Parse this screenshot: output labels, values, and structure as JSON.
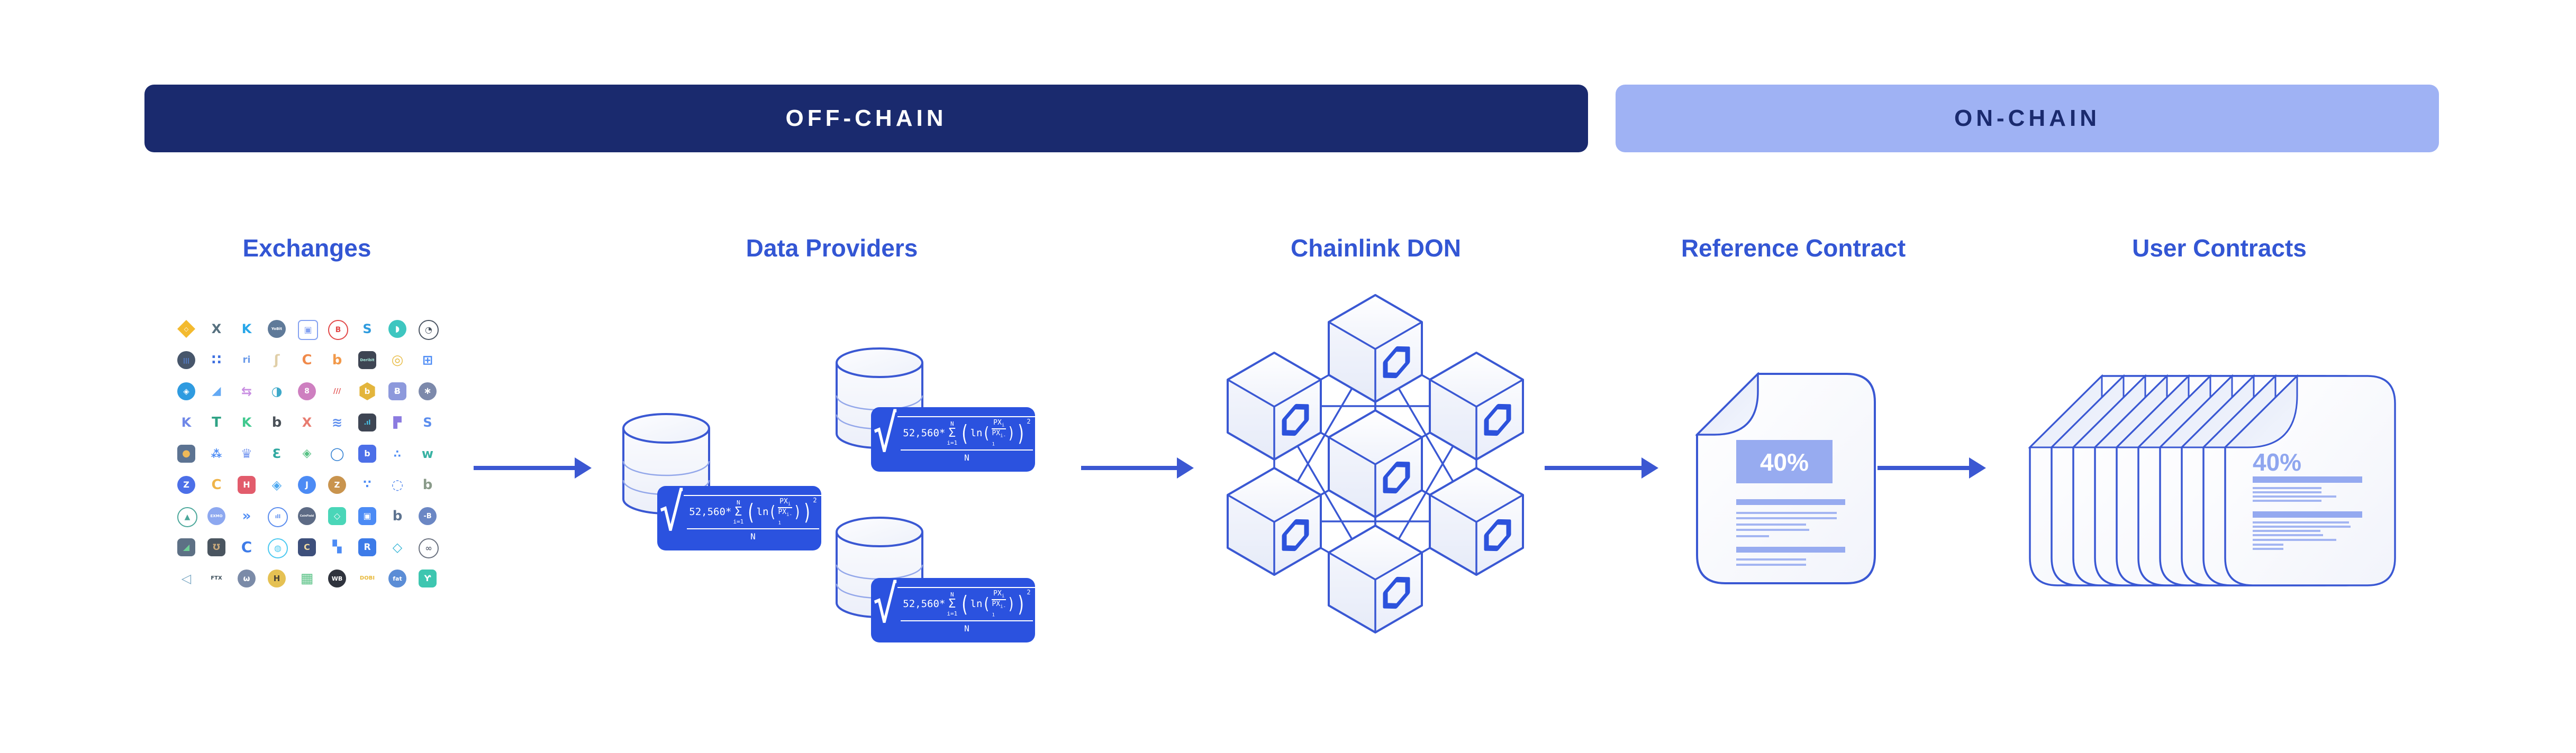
{
  "banners": {
    "off_chain": "OFF-CHAIN",
    "on_chain": "ON-CHAIN"
  },
  "columns": {
    "exchanges": "Exchanges",
    "data_providers": "Data Providers",
    "chainlink_don": "Chainlink DON",
    "reference_contract": "Reference Contract",
    "user_contracts": "User Contracts"
  },
  "formula": {
    "radical": "√",
    "coefficient": "52,560*",
    "sigma_upper": "N",
    "sigma": "Σ",
    "sigma_lower": "i=1",
    "ln": "ln",
    "px": "PX",
    "numerator_sub": "i",
    "denominator_sub": "i-1",
    "exponent": "2",
    "divisor": "N"
  },
  "contracts": {
    "reference_value": "40%",
    "user_value": "40%"
  },
  "colors": {
    "accent_blue": "#3356D4",
    "off_chain_bg": "#1A2A6E",
    "on_chain_bg": "#9FB2F4",
    "outline_blue": "#3A58D3",
    "formula_card_bg": "#2B52DF",
    "periwinkle_bar": "#97ABF0",
    "chainlink_logo_blue": "#2C52DC"
  },
  "exchanges": {
    "icons": [
      {
        "s": "d",
        "b": "#F3BA2F",
        "g": "◇",
        "f": "#fff",
        "z": 11,
        "n": "binance"
      },
      {
        "s": "n",
        "g": "X",
        "f": "#56707F",
        "z": 24
      },
      {
        "s": "n",
        "g": "K",
        "f": "#28A7E9",
        "z": 24,
        "n": "kucoin"
      },
      {
        "s": "c",
        "b": "#5F7A99",
        "g": "YoBit",
        "f": "#fff",
        "z": 7,
        "n": "yobit"
      },
      {
        "s": "oq",
        "f": "#85A2F1",
        "g": "▣",
        "z": 16
      },
      {
        "s": "oc",
        "f": "#E24949",
        "g": "B",
        "z": 14
      },
      {
        "s": "n",
        "g": "S",
        "f": "#2E9BDE",
        "z": 24
      },
      {
        "s": "c",
        "b": "#3EC6C0",
        "g": "◗",
        "f": "#fff",
        "z": 16
      },
      {
        "s": "oc",
        "f": "#4B5563",
        "g": "◔",
        "z": 16
      },
      {
        "s": "c",
        "b": "#47566B",
        "g": "|||",
        "f": "#5A8DEE",
        "z": 11
      },
      {
        "s": "n",
        "g": "∷",
        "f": "#3D6FE0",
        "z": 26
      },
      {
        "s": "n",
        "g": "ri",
        "f": "#6B9BEA",
        "z": 18
      },
      {
        "s": "n",
        "g": "ʃ",
        "f": "#E0CFA8",
        "z": 26
      },
      {
        "s": "n",
        "g": "C",
        "f": "#F08A4B",
        "z": 26
      },
      {
        "s": "n",
        "g": "b",
        "f": "#F2994A",
        "z": 26
      },
      {
        "s": "q",
        "b": "#3E4553",
        "g": "Deribit",
        "f": "#A8EADC",
        "z": 7,
        "n": "deribit"
      },
      {
        "s": "n",
        "g": "◎",
        "f": "#E9BE4B",
        "z": 26
      },
      {
        "s": "n",
        "g": "⊞",
        "f": "#4C8BF5",
        "z": 24
      },
      {
        "s": "c",
        "b": "#2F9BE0",
        "g": "◈",
        "f": "#fff",
        "z": 15
      },
      {
        "s": "n",
        "g": "◢",
        "f": "#63A9F4",
        "z": 22
      },
      {
        "s": "n",
        "g": "⇆",
        "f": "#C98FE2",
        "z": 24
      },
      {
        "s": "n",
        "g": "◑",
        "f": "#3FA9C9",
        "z": 24
      },
      {
        "s": "c",
        "b": "#CE7FC0",
        "g": "8",
        "f": "#fff",
        "z": 14
      },
      {
        "s": "n",
        "g": "///",
        "f": "#E25252",
        "z": 13
      },
      {
        "s": "h",
        "b": "#E3B53C",
        "g": "b",
        "f": "#fff",
        "z": 15
      },
      {
        "s": "q",
        "b": "#8D99DC",
        "g": "Ƀ",
        "f": "#fff",
        "z": 16
      },
      {
        "s": "c",
        "b": "#7C89AB",
        "g": "∗",
        "f": "#fff",
        "z": 18
      },
      {
        "s": "n",
        "g": "K",
        "f": "#6F87E8",
        "z": 24
      },
      {
        "s": "n",
        "g": "T",
        "f": "#2FA385",
        "z": 26
      },
      {
        "s": "n",
        "g": "K",
        "f": "#41C98F",
        "z": 24
      },
      {
        "s": "n",
        "g": "b",
        "f": "#4A5158",
        "z": 26
      },
      {
        "s": "n",
        "g": "X",
        "f": "#E87C70",
        "z": 24
      },
      {
        "s": "n",
        "g": "≋",
        "f": "#5B8DEE",
        "z": 24
      },
      {
        "s": "q",
        "b": "#3E4553",
        "g": ".ıl",
        "f": "#49C8EE",
        "z": 12
      },
      {
        "s": "n",
        "g": "▛",
        "f": "#8B7BE0",
        "z": 20
      },
      {
        "s": "n",
        "g": "S",
        "f": "#5B8DEE",
        "z": 24
      },
      {
        "s": "q",
        "b": "#5C7392",
        "g": "●",
        "f": "#EFB958",
        "z": 18
      },
      {
        "s": "n",
        "g": "⁂",
        "f": "#4C8BF5",
        "z": 20
      },
      {
        "s": "n",
        "g": "♛",
        "f": "#7B9BF0",
        "z": 24
      },
      {
        "s": "n",
        "g": "Ɛ",
        "f": "#2FA8A0",
        "z": 24
      },
      {
        "s": "n",
        "g": "◈",
        "f": "#57C184",
        "z": 22
      },
      {
        "s": "n",
        "g": "◯",
        "f": "#2D7DD2",
        "z": 24
      },
      {
        "s": "q",
        "b": "#4C6FE8",
        "g": "b",
        "f": "#fff",
        "z": 16
      },
      {
        "s": "n",
        "g": "∴",
        "f": "#4C8BF5",
        "z": 20
      },
      {
        "s": "n",
        "g": "w",
        "f": "#38B2A3",
        "z": 24
      },
      {
        "s": "c",
        "b": "#4C6FE8",
        "g": "Z",
        "f": "#fff",
        "z": 16
      },
      {
        "s": "n",
        "g": "C",
        "f": "#EFB44A",
        "z": 26
      },
      {
        "s": "q",
        "b": "#E25C6C",
        "g": "H",
        "f": "#fff",
        "z": 16
      },
      {
        "s": "n",
        "g": "◈",
        "f": "#4CA8F0",
        "z": 24
      },
      {
        "s": "c",
        "b": "#4C8BF5",
        "g": "J",
        "f": "#fff",
        "z": 16
      },
      {
        "s": "c",
        "b": "#C9944E",
        "g": "Z",
        "f": "#fff",
        "z": 15
      },
      {
        "s": "n",
        "g": "∵",
        "f": "#4C8BF5",
        "z": 22
      },
      {
        "s": "n",
        "g": "◌",
        "f": "#5B8DEE",
        "z": 26
      },
      {
        "s": "n",
        "g": "b",
        "f": "#8A9B8A",
        "z": 26
      },
      {
        "s": "oc",
        "f": "#4CA89B",
        "g": "▲",
        "z": 14
      },
      {
        "s": "c",
        "b": "#8DA8F0",
        "g": "EXMO",
        "f": "#fff",
        "z": 7,
        "n": "exmo"
      },
      {
        "s": "n",
        "g": "»",
        "f": "#4C8BF5",
        "z": 26
      },
      {
        "s": "oc",
        "f": "#5B8DEE",
        "g": "ıll",
        "z": 10
      },
      {
        "s": "c",
        "b": "#5D6B85",
        "g": "CoinField",
        "f": "#fff",
        "z": 5,
        "n": "coinfield"
      },
      {
        "s": "q",
        "b": "#4AD6B8",
        "g": "◇",
        "f": "#fff",
        "z": 16
      },
      {
        "s": "q",
        "b": "#4C8BF5",
        "g": "▣",
        "f": "#fff",
        "z": 16
      },
      {
        "s": "n",
        "g": "b",
        "f": "#5D7390",
        "z": 26
      },
      {
        "s": "c",
        "b": "#6B87C4",
        "g": "-B",
        "f": "#fff",
        "z": 13
      },
      {
        "s": "q",
        "b": "#5D7085",
        "g": "◢",
        "f": "#6FCF97",
        "z": 16
      },
      {
        "s": "q",
        "b": "#4A5560",
        "g": "Ʊ",
        "f": "#C9A97B",
        "z": 16
      },
      {
        "s": "n",
        "g": "C",
        "f": "#3D7BE8",
        "z": 28
      },
      {
        "s": "oc",
        "f": "#4CC9F0",
        "g": "◍",
        "z": 16
      },
      {
        "s": "q",
        "b": "#3D4F7B",
        "g": "C",
        "f": "#F0D9A0",
        "z": 16,
        "n": "coinsuper"
      },
      {
        "s": "n",
        "g": "▚",
        "f": "#4C8BF5",
        "z": 22
      },
      {
        "s": "q",
        "b": "#3D7BE8",
        "g": "R",
        "f": "#fff",
        "z": 17
      },
      {
        "s": "n",
        "g": "◇",
        "f": "#35B5D6",
        "z": 24
      },
      {
        "s": "oc",
        "f": "#6B7280",
        "g": "∞",
        "z": 16
      },
      {
        "s": "n",
        "g": "◁",
        "f": "#7BA8C4",
        "z": 24
      },
      {
        "s": "n",
        "g": "FTX",
        "f": "#3D4F5B",
        "z": 10,
        "n": "ftx"
      },
      {
        "s": "c",
        "b": "#7B8BA8",
        "g": "ω",
        "f": "#fff",
        "z": 15
      },
      {
        "s": "c",
        "b": "#E5C153",
        "g": "H",
        "f": "#4A4335",
        "z": 15
      },
      {
        "s": "n",
        "g": "▦",
        "f": "#57C184",
        "z": 26
      },
      {
        "s": "c",
        "b": "#2F333D",
        "g": "WB",
        "f": "#fff",
        "z": 11,
        "n": "wb"
      },
      {
        "s": "n",
        "g": "DOBI",
        "f": "#E8B93B",
        "z": 10,
        "n": "dobi"
      },
      {
        "s": "c",
        "b": "#5B8DD6",
        "g": "fat",
        "f": "#fff",
        "z": 11,
        "n": "fatbtc"
      },
      {
        "s": "q",
        "b": "#3EC6B0",
        "g": "Ƴ",
        "f": "#fff",
        "z": 16
      }
    ]
  }
}
